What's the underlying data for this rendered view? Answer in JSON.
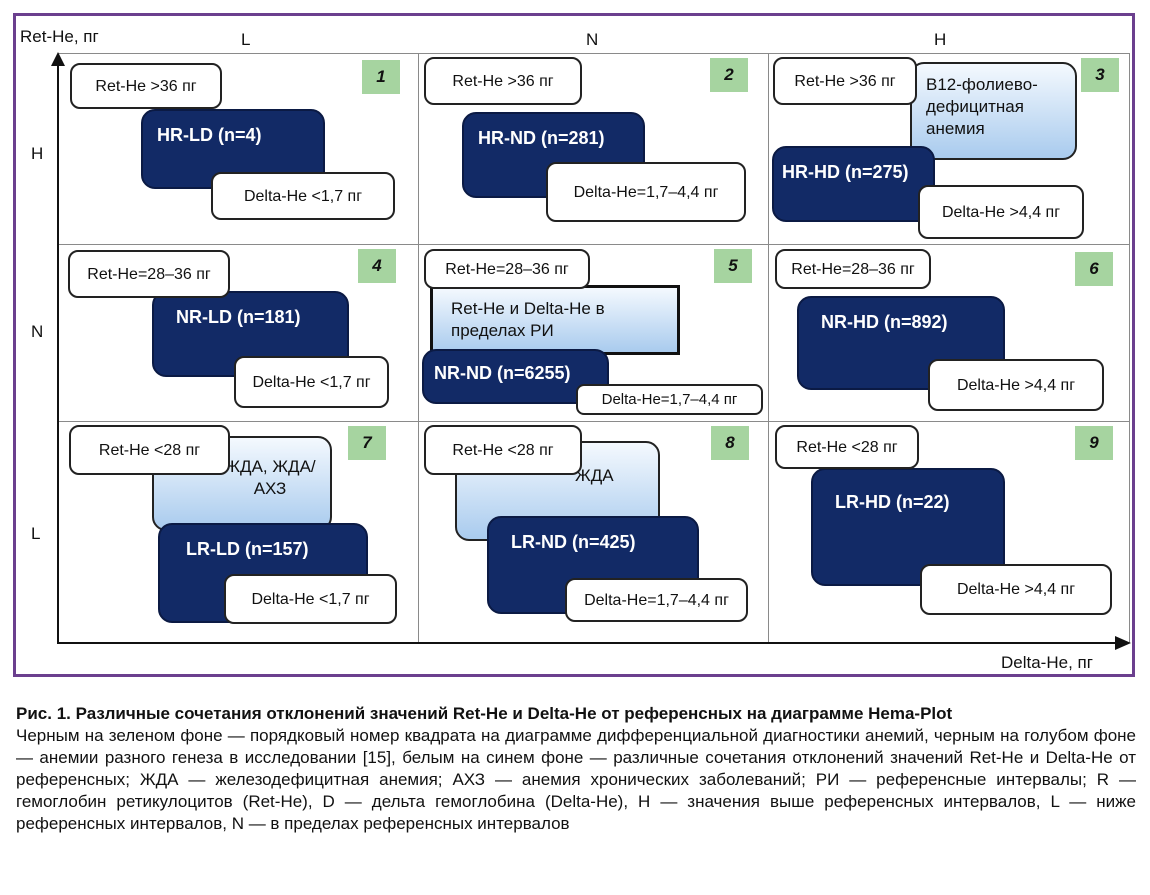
{
  "axes": {
    "y_title": "Ret-He, пг",
    "x_title": "Delta-He, пг",
    "columns": [
      "L",
      "N",
      "H"
    ],
    "rows": [
      "H",
      "N",
      "L"
    ]
  },
  "cells": [
    {
      "num": "1",
      "ret": "Ret-He >36 пг",
      "group": "HR-LD (n=4)",
      "delta": "Delta-He <1,7 пг"
    },
    {
      "num": "2",
      "ret": "Ret-He >36 пг",
      "group": "HR-ND (n=281)",
      "delta": "Delta-He=1,7–4,4 пг"
    },
    {
      "num": "3",
      "ret": "Ret-He >36 пг",
      "group": "HR-HD (n=275)",
      "delta": "Delta-He >4,4 пг",
      "light": "B12-фолиево-дефицитная анемия"
    },
    {
      "num": "4",
      "ret": "Ret-He=28–36 пг",
      "group": "NR-LD (n=181)",
      "delta": "Delta-He <1,7 пг"
    },
    {
      "num": "5",
      "ret": "Ret-He=28–36 пг",
      "group": "NR-ND (n=6255)",
      "delta": "Delta-He=1,7–4,4 пг",
      "light": "Ret-He и Delta-He в пределах РИ"
    },
    {
      "num": "6",
      "ret": "Ret-He=28–36 пг",
      "group": "NR-HD (n=892)",
      "delta": "Delta-He >4,4 пг"
    },
    {
      "num": "7",
      "ret": "Ret-He <28 пг",
      "group": "LR-LD (n=157)",
      "delta": "Delta-He <1,7 пг",
      "light": "ЖДА, ЖДА/АХЗ"
    },
    {
      "num": "8",
      "ret": "Ret-He <28 пг",
      "group": "LR-ND (n=425)",
      "delta": "Delta-He=1,7–4,4 пг",
      "light": "ЖДА"
    },
    {
      "num": "9",
      "ret": "Ret-He <28 пг",
      "group": "LR-HD (n=22)",
      "delta": "Delta-He >4,4 пг"
    }
  ],
  "caption": {
    "title": "Рис. 1. Различные сочетания отклонений значений Ret-He и Delta-He от референсных на диаграмме Hema-Plot",
    "body": "Черным на зеленом фоне — порядковый номер квадрата на диаграмме дифференциальной диагностики анемий, черным на голубом фоне — анемии разного генеза в исследовании [15], белым на синем фоне — различные сочетания отклонений значений Ret-He и Delta-He от референсных; ЖДА — железодефицитная анемия; АХЗ — анемия хронических заболеваний; РИ — референсные интервалы; R — гемоглобин ретикулоцитов (Ret-He), D — дельта гемоглобина (Delta-He), H — значения выше референсных интервалов, L — ниже референсных интервалов, N — в пределах референсных интервалов"
  }
}
